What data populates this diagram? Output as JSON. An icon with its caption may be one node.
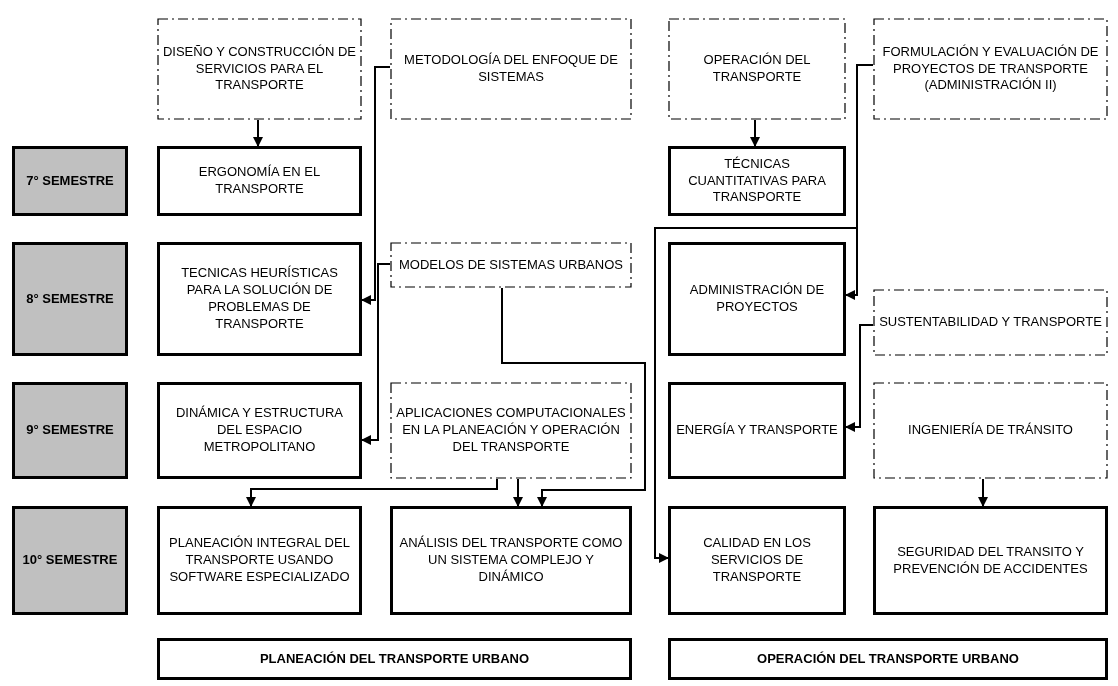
{
  "diagram": {
    "nodes": [
      {
        "text": [
          "DISEÑO Y CONSTRUCCIÓN DE SERVICIOS PARA EL TRANSPORTE"
        ]
      },
      {
        "text": [
          "METODOLOGÍA DEL ENFOQUE DE SISTEMAS"
        ]
      },
      {
        "text": [
          "OPERACIÓN DEL TRANSPORTE"
        ]
      },
      {
        "text": [
          "FORMULACIÓN Y EVALUACIÓN DE PROYECTOS DE TRANSPORTE (ADMINISTRACIÓN II)"
        ]
      },
      {
        "text": [
          "7° SEMESTRE"
        ]
      },
      {
        "text": [
          "ERGONOMÍA EN EL TRANSPORTE"
        ]
      },
      {
        "text": [
          "TÉCNICAS CUANTITATIVAS PARA TRANSPORTE"
        ]
      },
      {
        "text": [
          "8° SEMESTRE"
        ]
      },
      {
        "text": [
          "TECNICAS HEURÍSTICAS PARA LA SOLUCIÓN DE PROBLEMAS DE TRANSPORTE"
        ]
      },
      {
        "text": [
          "MODELOS DE SISTEMAS URBANOS"
        ]
      },
      {
        "text": [
          "ADMINISTRACIÓN DE PROYECTOS"
        ]
      },
      {
        "text": [
          "SUSTENTABILIDAD Y TRANSPORTE"
        ]
      },
      {
        "text": [
          "9° SEMESTRE"
        ]
      },
      {
        "text": [
          "DINÁMICA Y ESTRUCTURA DEL ESPACIO METROPOLITANO"
        ]
      },
      {
        "text": [
          "APLICACIONES COMPUTACIONALES EN LA PLANEACIÓN Y OPERACIÓN DEL TRANSPORTE"
        ]
      },
      {
        "text": [
          "ENERGÍA Y TRANSPORTE"
        ]
      },
      {
        "text": [
          "INGENIERÍA DE TRÁNSITO"
        ]
      },
      {
        "text": [
          "10° SEMESTRE"
        ]
      },
      {
        "text": [
          "PLANEACIÓN INTEGRAL DEL TRANSPORTE USANDO SOFTWARE ESPECIALIZADO"
        ]
      },
      {
        "text": [
          "ANÁLISIS DEL TRANSPORTE COMO UN SISTEMA COMPLEJO Y DINÁMICO"
        ]
      },
      {
        "text": [
          "CALIDAD EN LOS SERVICIOS DE TRANSPORTE"
        ]
      },
      {
        "text": [
          "SEGURIDAD DEL TRANSITO Y PREVENCIÓN DE ACCIDENTES"
        ]
      },
      {
        "text": [
          "PLANEACIÓN DEL TRANSPORTE URBANO"
        ]
      },
      {
        "text": [
          "OPERACIÓN DEL TRANSPORTE URBANO"
        ]
      }
    ],
    "edges": [
      {
        "from": 0,
        "to": 5,
        "arrow": "to"
      },
      {
        "from": 1,
        "to": 8,
        "arrow": "to"
      },
      {
        "from": 9,
        "to": 13,
        "arrow": "to"
      },
      {
        "from": 9,
        "to": 19,
        "arrow": "to"
      },
      {
        "from": 14,
        "to": 18,
        "arrow": "to"
      },
      {
        "from": 14,
        "to": 19,
        "arrow": "to"
      },
      {
        "from": 2,
        "to": 6,
        "arrow": "to"
      },
      {
        "from": 3,
        "to": 10,
        "arrow": "to"
      },
      {
        "from": 3,
        "to": 20,
        "arrow": "to"
      },
      {
        "from": 11,
        "to": 15,
        "arrow": "to"
      },
      {
        "from": 16,
        "to": 21,
        "arrow": "to"
      }
    ]
  }
}
